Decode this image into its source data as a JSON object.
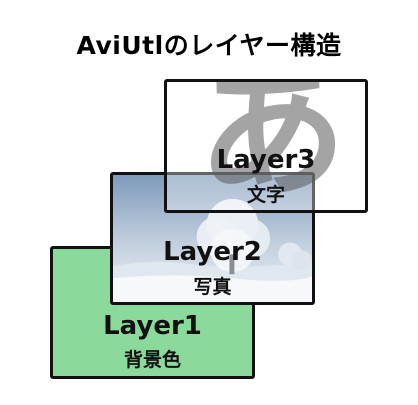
{
  "title": "AviUtlのレイヤー構造",
  "layers": [
    {
      "name": "Layer1",
      "label": "背景色",
      "color": "#8cd99c"
    },
    {
      "name": "Layer2",
      "label": "写真"
    },
    {
      "name": "Layer3",
      "label": "文字",
      "glyph": "あ"
    }
  ]
}
